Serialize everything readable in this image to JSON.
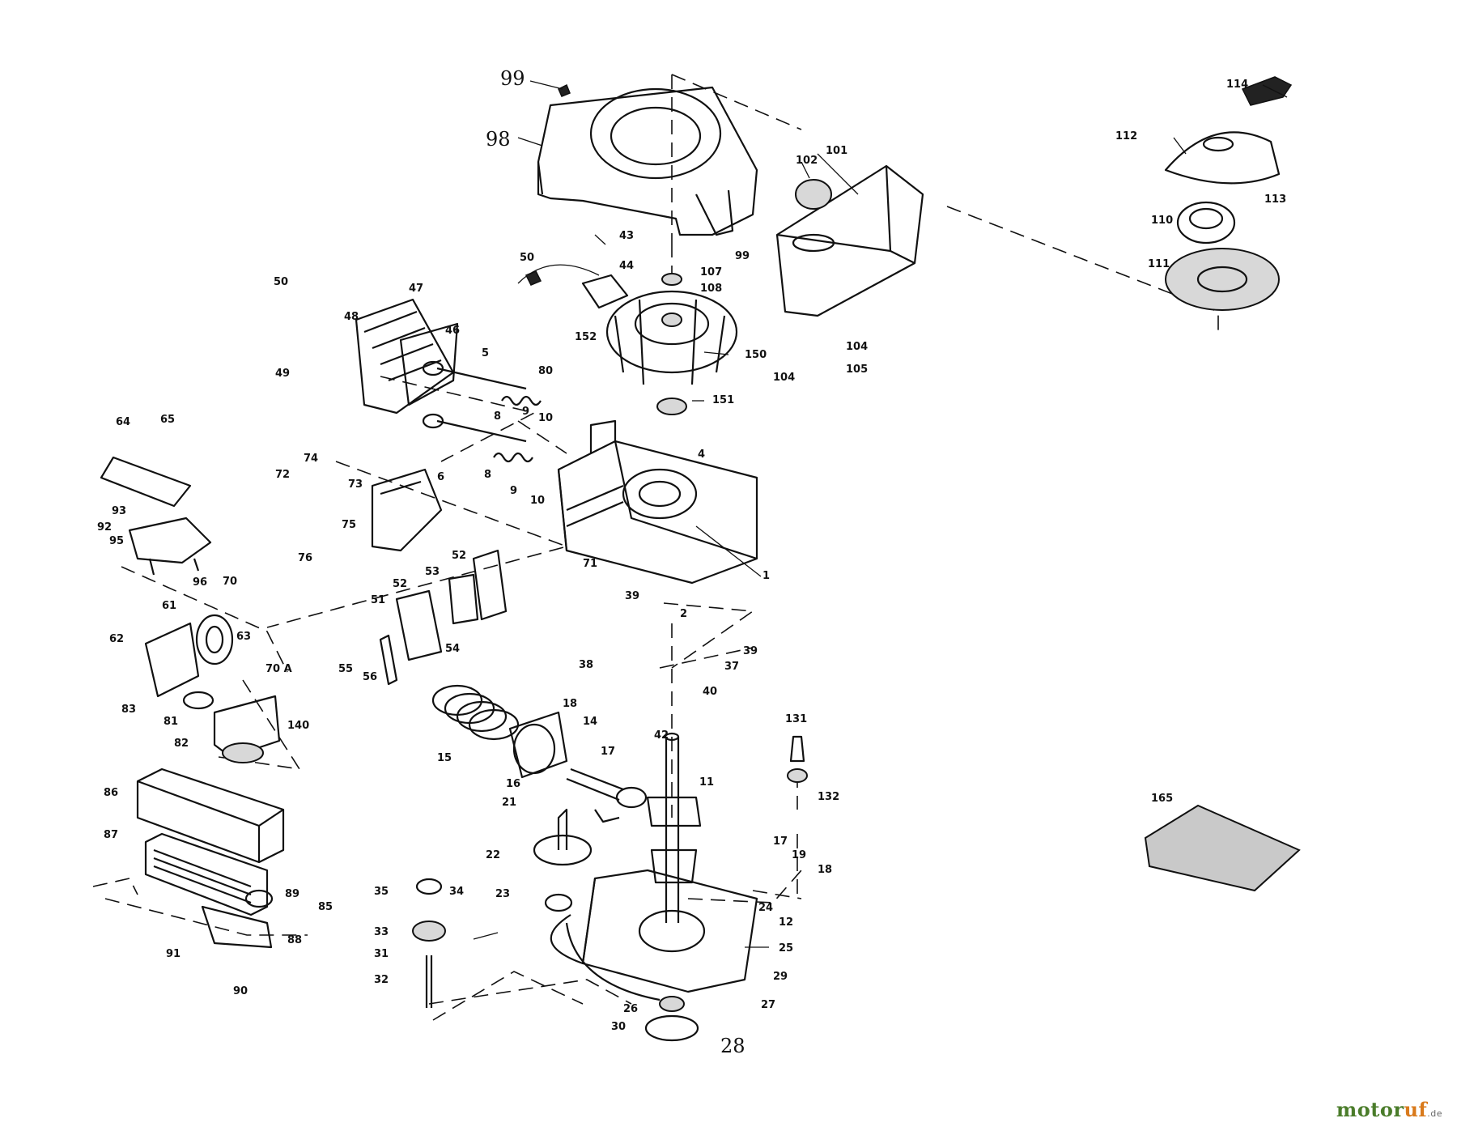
{
  "watermark": {
    "part1": "motor",
    "part2": "uf",
    "suffix": ".de"
  },
  "callouts": [
    {
      "id": "99",
      "text": "99"
    },
    {
      "id": "98",
      "text": "98"
    },
    {
      "id": "114",
      "text": "114"
    },
    {
      "id": "112",
      "text": "112"
    },
    {
      "id": "113",
      "text": "113"
    },
    {
      "id": "110",
      "text": "110"
    },
    {
      "id": "111",
      "text": "111"
    },
    {
      "id": "102",
      "text": "102"
    },
    {
      "id": "101",
      "text": "101"
    },
    {
      "id": "99b",
      "text": "99"
    },
    {
      "id": "107",
      "text": "107"
    },
    {
      "id": "108",
      "text": "108"
    },
    {
      "id": "43",
      "text": "43"
    },
    {
      "id": "44",
      "text": "44"
    },
    {
      "id": "50",
      "text": "50"
    },
    {
      "id": "152",
      "text": "152"
    },
    {
      "id": "150",
      "text": "150"
    },
    {
      "id": "104a",
      "text": "104"
    },
    {
      "id": "105",
      "text": "105"
    },
    {
      "id": "104b",
      "text": "104"
    },
    {
      "id": "151",
      "text": "151"
    },
    {
      "id": "50b",
      "text": "50"
    },
    {
      "id": "47",
      "text": "47"
    },
    {
      "id": "48",
      "text": "48"
    },
    {
      "id": "46",
      "text": "46"
    },
    {
      "id": "49",
      "text": "49"
    },
    {
      "id": "5",
      "text": "5"
    },
    {
      "id": "80",
      "text": "80"
    },
    {
      "id": "8a",
      "text": "8"
    },
    {
      "id": "9a",
      "text": "9"
    },
    {
      "id": "10a",
      "text": "10"
    },
    {
      "id": "4",
      "text": "4"
    },
    {
      "id": "64",
      "text": "64"
    },
    {
      "id": "65",
      "text": "65"
    },
    {
      "id": "74",
      "text": "74"
    },
    {
      "id": "72",
      "text": "72"
    },
    {
      "id": "73",
      "text": "73"
    },
    {
      "id": "6",
      "text": "6"
    },
    {
      "id": "8b",
      "text": "8"
    },
    {
      "id": "9b",
      "text": "9"
    },
    {
      "id": "10b",
      "text": "10"
    },
    {
      "id": "93",
      "text": "93"
    },
    {
      "id": "92",
      "text": "92"
    },
    {
      "id": "95",
      "text": "95"
    },
    {
      "id": "96",
      "text": "96"
    },
    {
      "id": "70",
      "text": "70"
    },
    {
      "id": "75",
      "text": "75"
    },
    {
      "id": "76",
      "text": "76"
    },
    {
      "id": "52a",
      "text": "52"
    },
    {
      "id": "53",
      "text": "53"
    },
    {
      "id": "52b",
      "text": "52"
    },
    {
      "id": "51",
      "text": "51"
    },
    {
      "id": "71",
      "text": "71"
    },
    {
      "id": "39a",
      "text": "39"
    },
    {
      "id": "1",
      "text": "1"
    },
    {
      "id": "2",
      "text": "2"
    },
    {
      "id": "61",
      "text": "61"
    },
    {
      "id": "63",
      "text": "63"
    },
    {
      "id": "62",
      "text": "62"
    },
    {
      "id": "54",
      "text": "54"
    },
    {
      "id": "55",
      "text": "55"
    },
    {
      "id": "56",
      "text": "56"
    },
    {
      "id": "38a",
      "text": "38"
    },
    {
      "id": "39b",
      "text": "39"
    },
    {
      "id": "37",
      "text": "37"
    },
    {
      "id": "40",
      "text": "40"
    },
    {
      "id": "70A",
      "text": "70 A"
    },
    {
      "id": "83",
      "text": "83"
    },
    {
      "id": "81",
      "text": "81"
    },
    {
      "id": "140",
      "text": "140"
    },
    {
      "id": "82",
      "text": "82"
    },
    {
      "id": "18a",
      "text": "18"
    },
    {
      "id": "14",
      "text": "14"
    },
    {
      "id": "15",
      "text": "15"
    },
    {
      "id": "16",
      "text": "16"
    },
    {
      "id": "17a",
      "text": "17"
    },
    {
      "id": "42",
      "text": "42"
    },
    {
      "id": "11",
      "text": "11"
    },
    {
      "id": "131",
      "text": "131"
    },
    {
      "id": "132",
      "text": "132"
    },
    {
      "id": "86",
      "text": "86"
    },
    {
      "id": "87",
      "text": "87"
    },
    {
      "id": "21",
      "text": "21"
    },
    {
      "id": "22",
      "text": "22"
    },
    {
      "id": "17b",
      "text": "17"
    },
    {
      "id": "19",
      "text": "19"
    },
    {
      "id": "18b",
      "text": "18"
    },
    {
      "id": "165",
      "text": "165"
    },
    {
      "id": "35",
      "text": "35"
    },
    {
      "id": "34",
      "text": "34"
    },
    {
      "id": "23",
      "text": "23"
    },
    {
      "id": "24",
      "text": "24"
    },
    {
      "id": "89",
      "text": "89"
    },
    {
      "id": "85",
      "text": "85"
    },
    {
      "id": "12",
      "text": "12"
    },
    {
      "id": "33",
      "text": "33"
    },
    {
      "id": "88",
      "text": "88"
    },
    {
      "id": "25",
      "text": "25"
    },
    {
      "id": "31",
      "text": "31"
    },
    {
      "id": "91",
      "text": "91"
    },
    {
      "id": "29",
      "text": "29"
    },
    {
      "id": "32",
      "text": "32"
    },
    {
      "id": "90",
      "text": "90"
    },
    {
      "id": "26",
      "text": "26"
    },
    {
      "id": "27",
      "text": "27"
    },
    {
      "id": "30",
      "text": "30"
    },
    {
      "id": "28",
      "text": "28"
    }
  ]
}
